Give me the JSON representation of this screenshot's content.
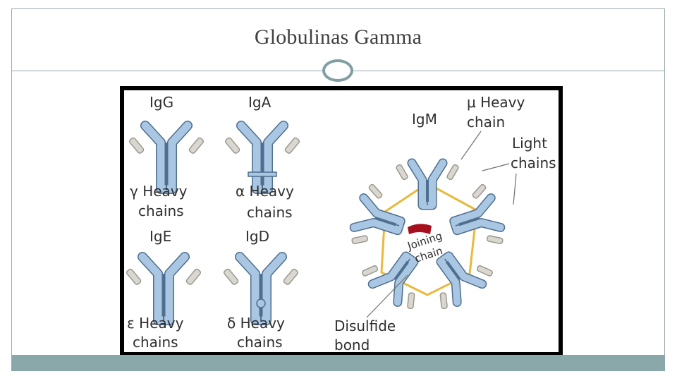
{
  "slide": {
    "title": "Globulinas Gamma"
  },
  "figure": {
    "igg": {
      "name": "IgG",
      "chain_line1": "γ Heavy",
      "chain_line2": "chains"
    },
    "iga": {
      "name": "IgA",
      "chain_line1": "α Heavy",
      "chain_line2": "chains"
    },
    "ige": {
      "name": "IgE",
      "chain_line1": "ε Heavy",
      "chain_line2": "chains"
    },
    "igd": {
      "name": "IgD",
      "chain_line1": "δ Heavy",
      "chain_line2": "chains"
    },
    "igm": {
      "name": "IgM",
      "heavy_line1": "μ Heavy",
      "heavy_line2": "chain",
      "light_line1": "Light",
      "light_line2": "chains",
      "joining_line1": "Joining",
      "joining_line2": "chain",
      "disulfide_line1": "Disulfide",
      "disulfide_line2": "bond"
    },
    "colors": {
      "heavy_chain": "#a9c6e2",
      "chain_outline": "#4e6f8f",
      "light_chain": "#d9d7cf",
      "disulfide": "#e8b93a",
      "joining_chain": "#a50f1e"
    }
  }
}
